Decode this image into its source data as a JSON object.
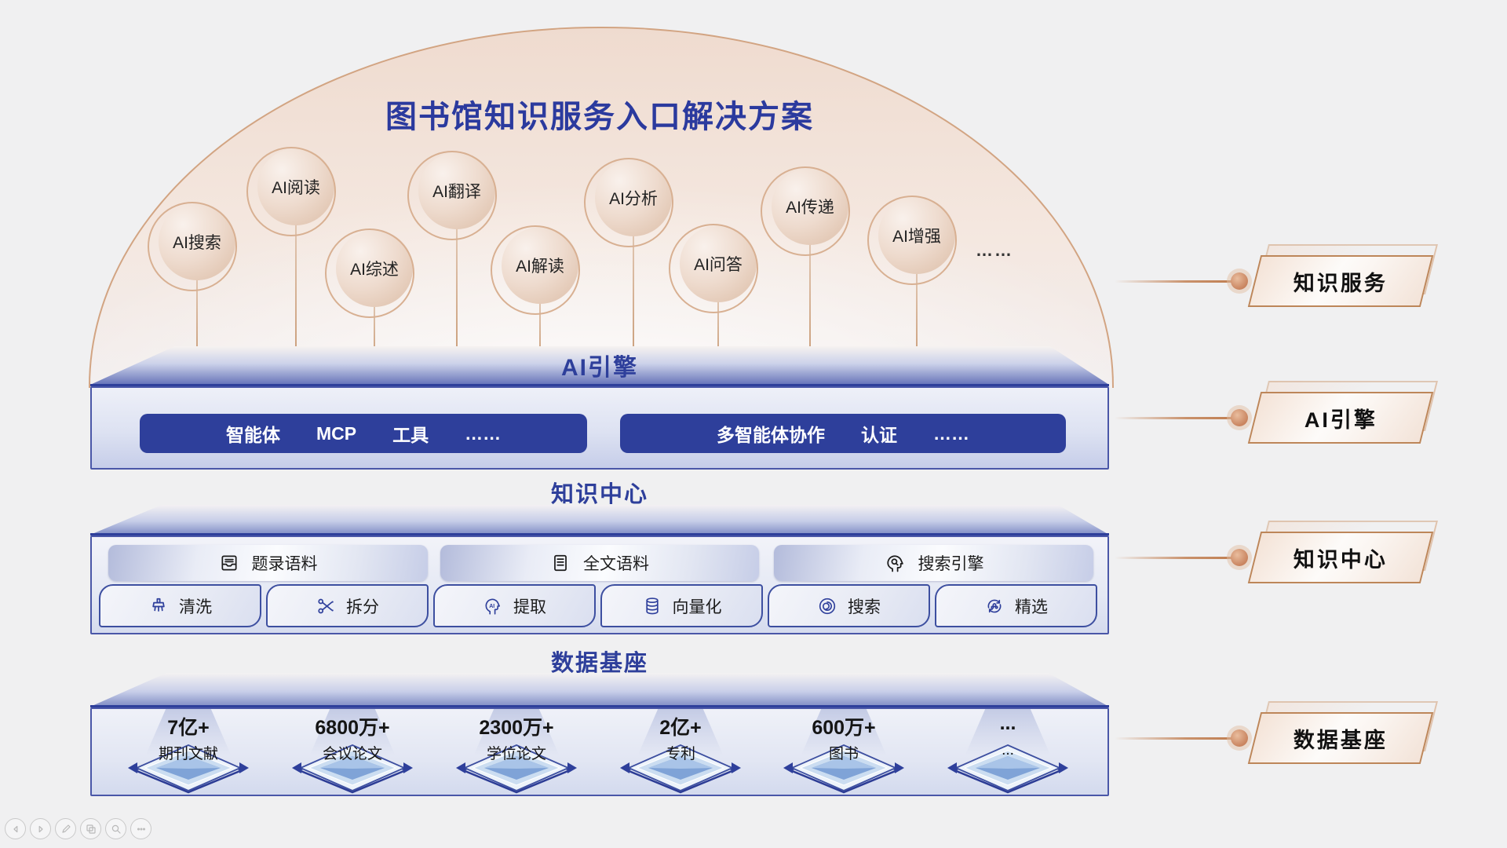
{
  "diagram": {
    "title": "图书馆知识服务入口解决方案",
    "dome_ellipsis": "……",
    "bubbles": [
      "AI搜索",
      "AI阅读",
      "AI综述",
      "AI翻译",
      "AI解读",
      "AI分析",
      "AI问答",
      "AI传递",
      "AI增强"
    ],
    "ai_engine": {
      "layer_label": "AI引擎",
      "pill_left": {
        "items": [
          "智能体",
          "MCP",
          "工具",
          "……"
        ]
      },
      "pill_right": {
        "items": [
          "多智能体协作",
          "认证",
          "……"
        ]
      }
    },
    "knowledge_center": {
      "layer_label": "知识中心",
      "sources": [
        {
          "icon": "archive-box-icon",
          "label": "题录语料"
        },
        {
          "icon": "document-icon",
          "label": "全文语料"
        },
        {
          "icon": "head-search-icon",
          "label": "搜索引擎"
        }
      ],
      "steps": [
        {
          "icon": "brush-icon",
          "label": "清洗"
        },
        {
          "icon": "scissors-icon",
          "label": "拆分"
        },
        {
          "icon": "head-ai-icon",
          "label": "提取"
        },
        {
          "icon": "database-icon",
          "label": "向量化"
        },
        {
          "icon": "spiral-search-icon",
          "label": "搜索"
        },
        {
          "icon": "refresh-atom-icon",
          "label": "精选"
        }
      ]
    },
    "data_base": {
      "layer_label": "数据基座",
      "columns": [
        {
          "value": "7亿+",
          "label": "期刊文献"
        },
        {
          "value": "6800万+",
          "label": "会议论文"
        },
        {
          "value": "2300万+",
          "label": "学位论文"
        },
        {
          "value": "2亿+",
          "label": "专利"
        },
        {
          "value": "600万+",
          "label": "图书"
        },
        {
          "value": "...",
          "label": "..."
        }
      ]
    },
    "side_labels": [
      "知识服务",
      "AI引擎",
      "知识中心",
      "数据基座"
    ]
  },
  "toolbar": {
    "buttons": [
      "previous",
      "next",
      "annotate",
      "slides",
      "zoom",
      "more"
    ]
  },
  "colors": {
    "deep_blue": "#2e3f9b",
    "title_blue": "#2b3a9e",
    "copper": "#c9845f",
    "tan_stroke": "#d2a482"
  }
}
